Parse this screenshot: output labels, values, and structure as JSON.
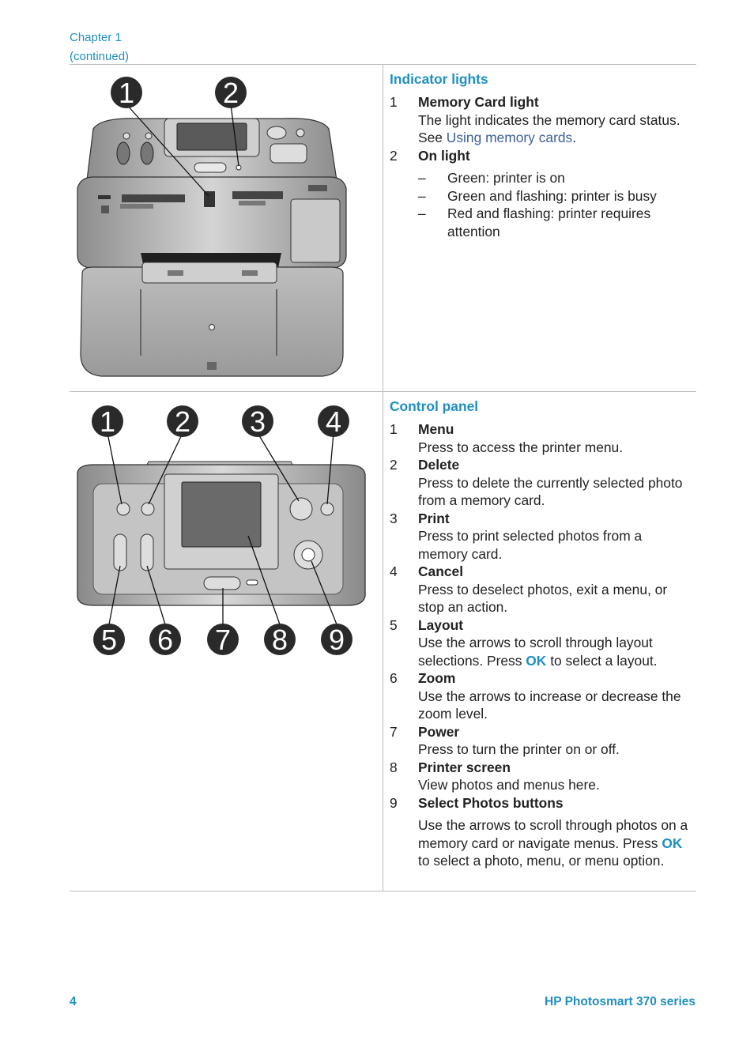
{
  "header": {
    "chapter": "Chapter 1",
    "continued": "(continued)"
  },
  "section1": {
    "title": "Indicator lights",
    "callouts": [
      "1",
      "2"
    ],
    "items": [
      {
        "num": "1",
        "term": "Memory Card light",
        "desc_pre": "The light indicates the memory card status. See ",
        "link": "Using memory cards",
        "desc_post": "."
      },
      {
        "num": "2",
        "term": "On light",
        "dash": "–",
        "bullets": [
          "Green: printer is on",
          "Green and flashing: printer is busy",
          "Red and flashing: printer requires attention"
        ]
      }
    ]
  },
  "section2": {
    "title": "Control panel",
    "callouts": [
      "1",
      "2",
      "3",
      "4",
      "5",
      "6",
      "7",
      "8",
      "9"
    ],
    "ok_label": "OK",
    "items": [
      {
        "num": "1",
        "term": "Menu",
        "desc": "Press to access the printer menu."
      },
      {
        "num": "2",
        "term": "Delete",
        "desc": "Press to delete the currently selected photo from a memory card."
      },
      {
        "num": "3",
        "term": "Print",
        "desc": "Press to print selected photos from a memory card."
      },
      {
        "num": "4",
        "term": "Cancel",
        "desc": "Press to deselect photos, exit a menu, or stop an action."
      },
      {
        "num": "5",
        "term": "Layout",
        "desc_pre": "Use the arrows to scroll through layout selections. Press ",
        "desc_ok": "OK",
        "desc_post": " to select a layout."
      },
      {
        "num": "6",
        "term": "Zoom",
        "desc": "Use the arrows to increase or decrease the zoom level."
      },
      {
        "num": "7",
        "term": "Power",
        "desc": "Press to turn the printer on or off."
      },
      {
        "num": "8",
        "term": "Printer screen",
        "desc": "View photos and menus here."
      },
      {
        "num": "9",
        "term": "Select Photos buttons",
        "desc_pre": "Use the arrows to scroll through photos on a memory card or navigate menus. Press ",
        "desc_ok": "OK",
        "desc_post": " to select a photo, menu, or menu option."
      }
    ]
  },
  "footer": {
    "page": "4",
    "product": "HP Photosmart 370 series"
  }
}
